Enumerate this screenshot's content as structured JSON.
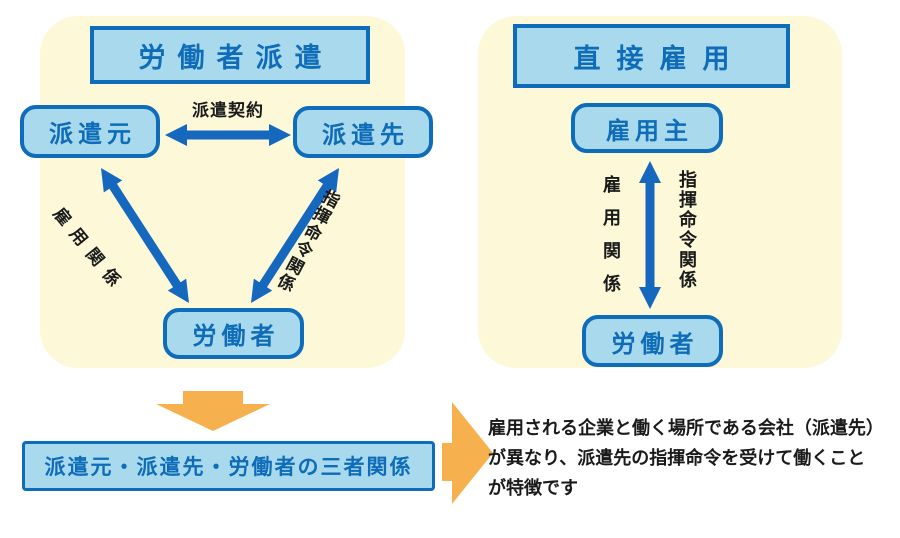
{
  "colors": {
    "panel_bg": "#FCF8D8",
    "node_fill": "#A8D9EC",
    "accent_blue": "#0E6CB8",
    "arrow_blue": "#1568BE",
    "arrow_orange": "#F6B14E",
    "text_black": "#1a1a1a"
  },
  "left_panel": {
    "title": "労働者派遣",
    "contract_label": "派遣契約",
    "employment_label": "雇用関係",
    "command_label": "指揮命令関係",
    "nodes": {
      "agency": "派遣元",
      "client": "派遣先",
      "worker": "労働者"
    }
  },
  "right_panel": {
    "title": "直接雇用",
    "employment_label": "雇用関係",
    "command_label": "指揮命令関係",
    "nodes": {
      "employer": "雇用主",
      "worker": "労働者"
    }
  },
  "summary": {
    "label": "派遣元・派遣先・労働者の三者関係"
  },
  "description": {
    "lines": [
      "雇用される企業と働く場所である会社（派遣先）",
      "が異なり、派遣先の指揮命令を受けて働くこと",
      "が特徴です"
    ]
  }
}
